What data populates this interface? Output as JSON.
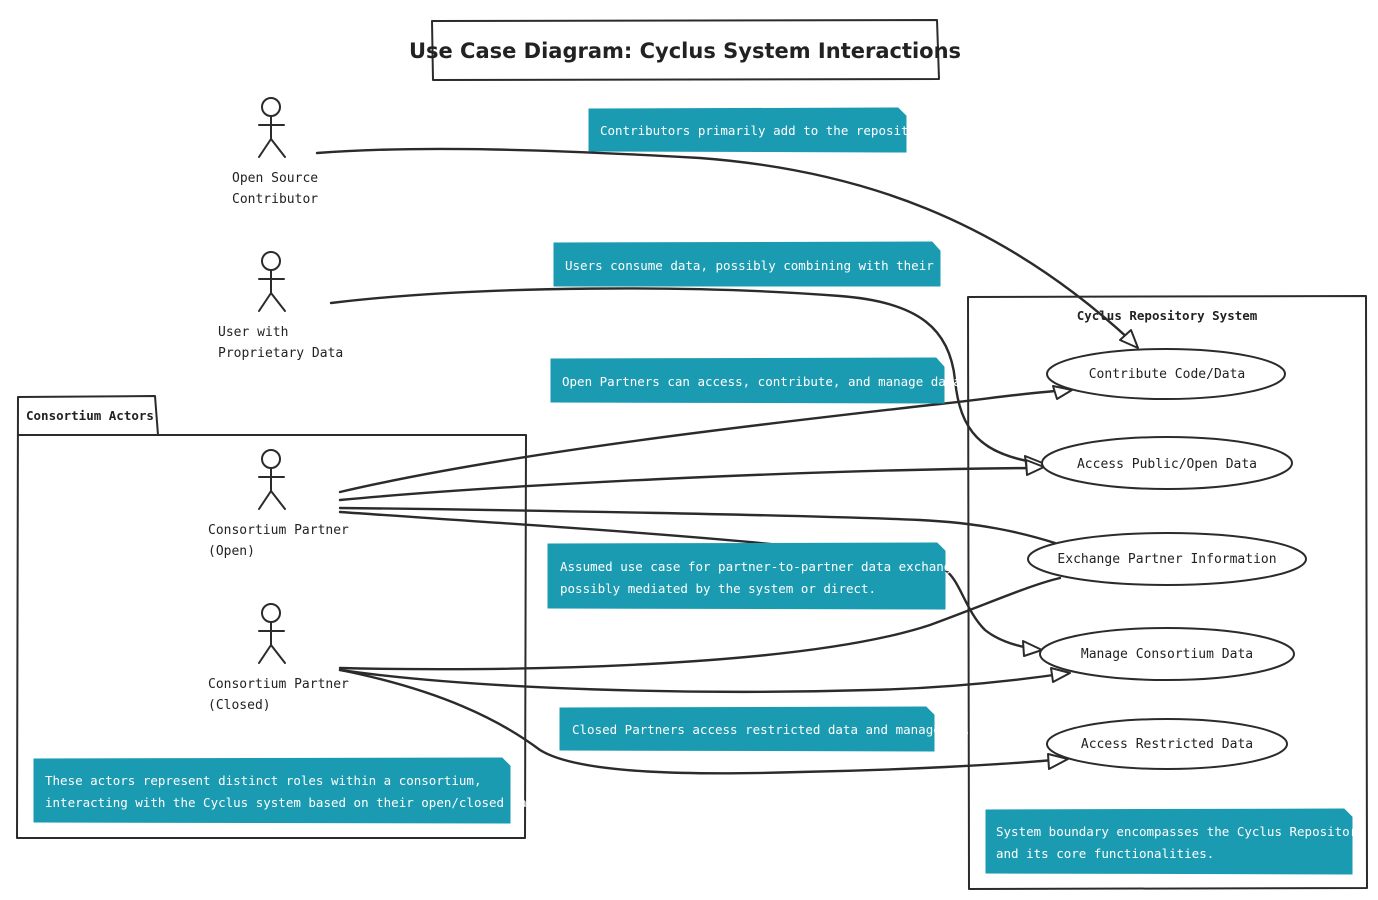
{
  "title": "Use Case Diagram: Cyclus System Interactions",
  "actors": {
    "open_source_contributor": [
      "Open Source",
      "Contributor"
    ],
    "proprietary_user": [
      "User with",
      "Proprietary Data"
    ],
    "partner_open": [
      "Consortium Partner",
      "(Open)"
    ],
    "partner_closed": [
      "Consortium Partner",
      "(Closed)"
    ]
  },
  "groups": {
    "consortium": "Consortium Actors",
    "system": "Cyclus Repository System"
  },
  "use_cases": {
    "contribute": "Contribute Code/Data",
    "access_open": "Access Public/Open Data",
    "exchange": "Exchange Partner Information",
    "manage": "Manage Consortium Data",
    "restricted": "Access Restricted Data"
  },
  "notes": {
    "contributors": [
      "Contributors primarily add to the repository."
    ],
    "users": [
      "Users consume data, possibly combining with their own."
    ],
    "open_partners": [
      "Open Partners can access, contribute, and manage data."
    ],
    "exchange": [
      "Assumed use case for partner-to-partner data exchange,",
      "possibly mediated by the system or direct."
    ],
    "closed_partners": [
      "Closed Partners access restricted data and manage it."
    ],
    "consortium": [
      "These actors represent distinct roles within a consortium,",
      "interacting with the Cyclus system based on their open/closed nature."
    ],
    "system": [
      "System boundary encompasses the Cyclus Repository",
      "and its core functionalities."
    ]
  },
  "colors": {
    "note_fill": "#1b9bb1",
    "line": "#2b2b2b",
    "background": "#ffffff"
  }
}
